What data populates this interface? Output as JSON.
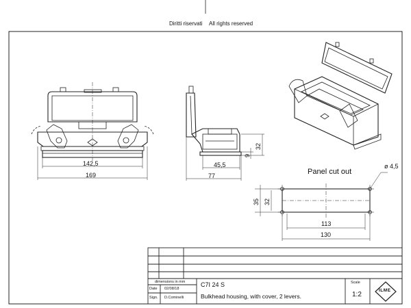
{
  "header": {
    "left": "Diritti riservati",
    "right": "All rights reserved"
  },
  "dimensions": {
    "front_inner": "142,5",
    "front_outer": "169",
    "side_inner": "45,5",
    "side_outer": "77",
    "side_height": "32",
    "side_small": "9",
    "cutout_height_outer": "35",
    "cutout_height_inner": "32",
    "cutout_width_inner": "113",
    "cutout_width_outer": "130",
    "hole_diameter": "ø 4,5"
  },
  "panel_cutout_label": "Panel cut out",
  "title_block": {
    "units_label": "dimensions in mm",
    "date_label": "Date",
    "date_value": "02/08/18",
    "sign_label": "Sign.",
    "sign_value": "D.Cominelli",
    "code": "C7I 24 S",
    "description": "Bulkhead housing, with cover, 2 levers.",
    "scale_label": "Scale",
    "scale_value": "1:2",
    "logo_text": "ILME"
  }
}
